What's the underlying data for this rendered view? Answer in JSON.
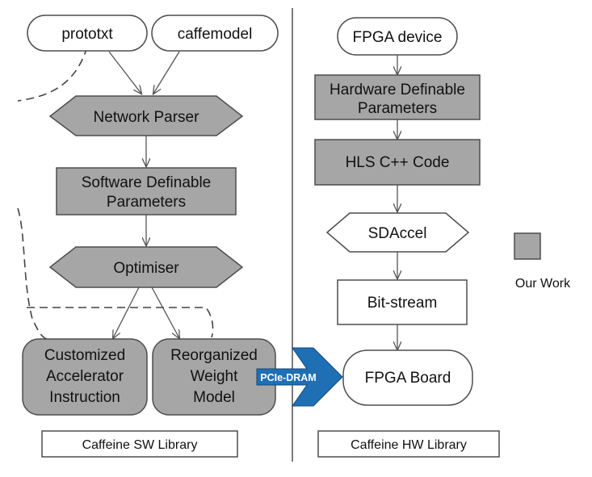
{
  "colors": {
    "our_work_fill": "#a6a6a6",
    "outline": "#4d4d4d",
    "pcie_arrow": "#1f6fb5"
  },
  "sw": {
    "prototxt": "prototxt",
    "caffemodel": "caffemodel",
    "network_parser": "Network Parser",
    "sw_params": [
      "Software Definable",
      "Parameters"
    ],
    "optimiser": "Optimiser",
    "customized": [
      "Customized",
      "Accelerator",
      "Instruction"
    ],
    "reorganized": [
      "Reorganized",
      "Weight",
      "Model"
    ],
    "library": "Caffeine SW Library"
  },
  "hw": {
    "fpga_device": "FPGA device",
    "hw_params": [
      "Hardware Definable",
      "Parameters"
    ],
    "hls": "HLS C++ Code",
    "sdaccel": "SDAccel",
    "bitstream": "Bit-stream",
    "fpga_board": "FPGA Board",
    "library": "Caffeine HW Library"
  },
  "link": {
    "pcie": "PCIe-DRAM"
  },
  "legend": {
    "our_work": "Our Work"
  }
}
